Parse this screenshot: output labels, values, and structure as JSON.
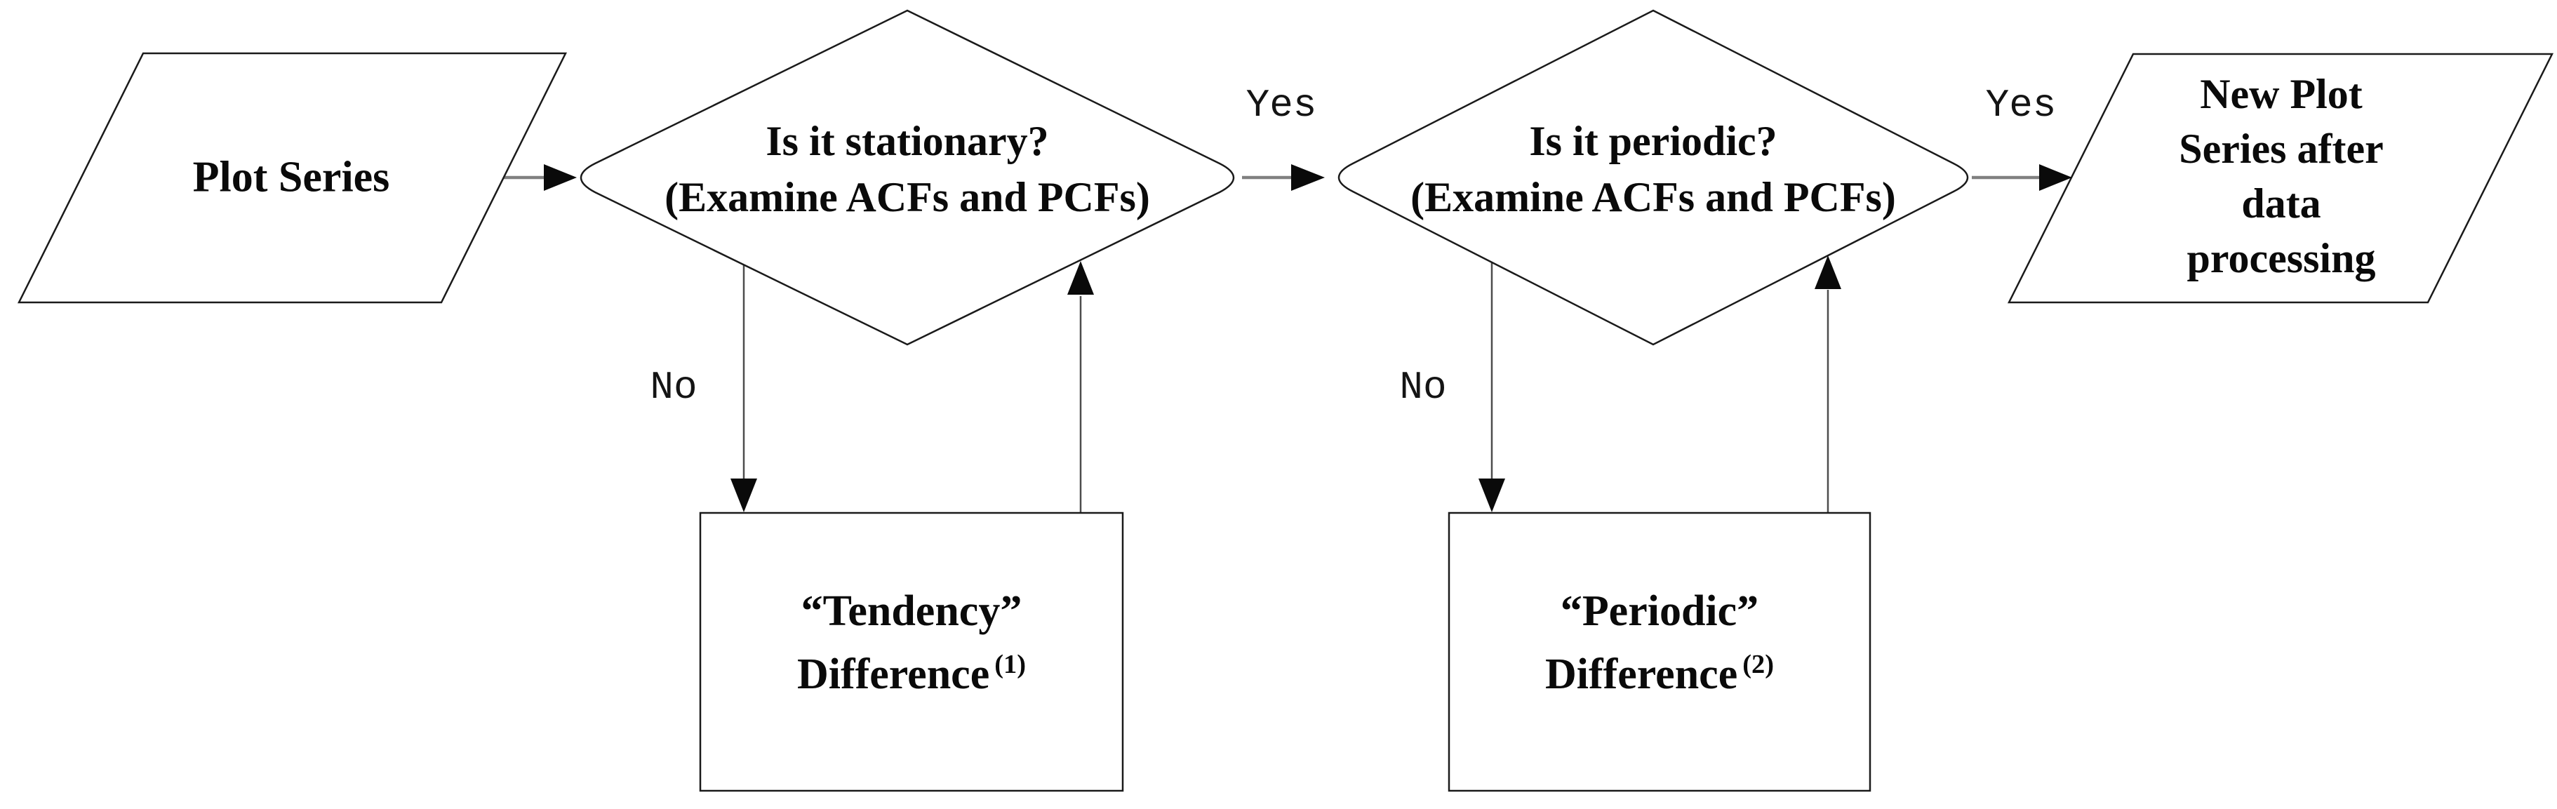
{
  "figure": {
    "background_color": "#ffffff",
    "shape_stroke_color": "#1a1a1a",
    "connector_color": "#808080",
    "nodes": {
      "plot_series": {
        "shape": "parallelogram",
        "lines": [
          "Plot Series"
        ]
      },
      "is_it_stationary": {
        "shape": "decision-diamond",
        "lines": [
          "Is it stationary?",
          "(Examine ACFs and PCFs)"
        ]
      },
      "is_it_periodic": {
        "shape": "decision-diamond",
        "lines": [
          "Is it periodic?",
          "(Examine ACFs and PCFs)"
        ]
      },
      "new_plot_series": {
        "shape": "parallelogram",
        "lines": [
          "New Plot",
          "Series after",
          "data",
          "processing"
        ]
      },
      "tendency_difference": {
        "shape": "rectangle",
        "lines": [
          "“Tendency”",
          "Difference"
        ],
        "superscript": "(1)"
      },
      "periodic_difference": {
        "shape": "rectangle",
        "lines": [
          "“Periodic”",
          "Difference"
        ],
        "superscript": "(2)"
      }
    },
    "edge_labels": {
      "stationary_yes": "Yes",
      "periodic_yes": "Yes",
      "stationary_no": "No",
      "periodic_no": "No"
    }
  }
}
